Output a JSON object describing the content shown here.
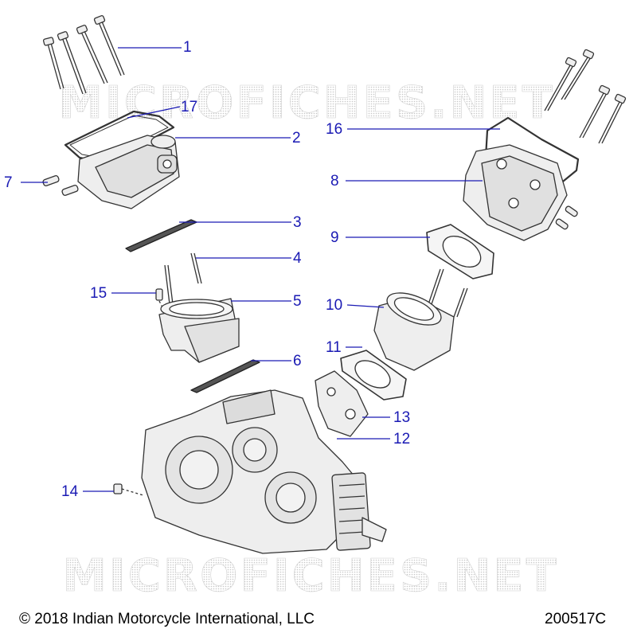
{
  "watermark_text": "MICROFICHES.NET",
  "callouts": [
    "1",
    "17",
    "2",
    "7",
    "3",
    "4",
    "15",
    "5",
    "6",
    "16",
    "8",
    "9",
    "10",
    "11",
    "13",
    "12",
    "14"
  ],
  "footer": {
    "copyright": "© 2018 Indian Motorcycle International, LLC",
    "diagram_id": "200517C"
  },
  "colors": {
    "callout": "#1a1ab4",
    "leader": "#1a1ab4",
    "part_stroke": "#333333",
    "part_fill": "#eeeeee"
  }
}
